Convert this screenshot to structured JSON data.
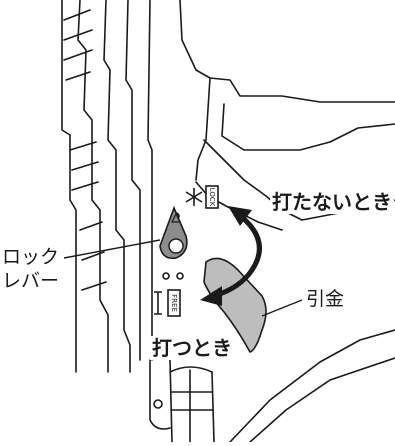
{
  "labels": {
    "lock_lever_line1": "ロック",
    "lock_lever_line2": "レバー",
    "trigger": "引金",
    "not_firing": "打たないとき",
    "firing": "打つとき"
  },
  "markings": {
    "lock": "LOCK",
    "free": "FREE"
  },
  "colors": {
    "ink": "#1a1a1a",
    "trigger_fill": "#bdbdbd",
    "lever_fill": "#8c8c8c",
    "background": "#ffffff"
  }
}
